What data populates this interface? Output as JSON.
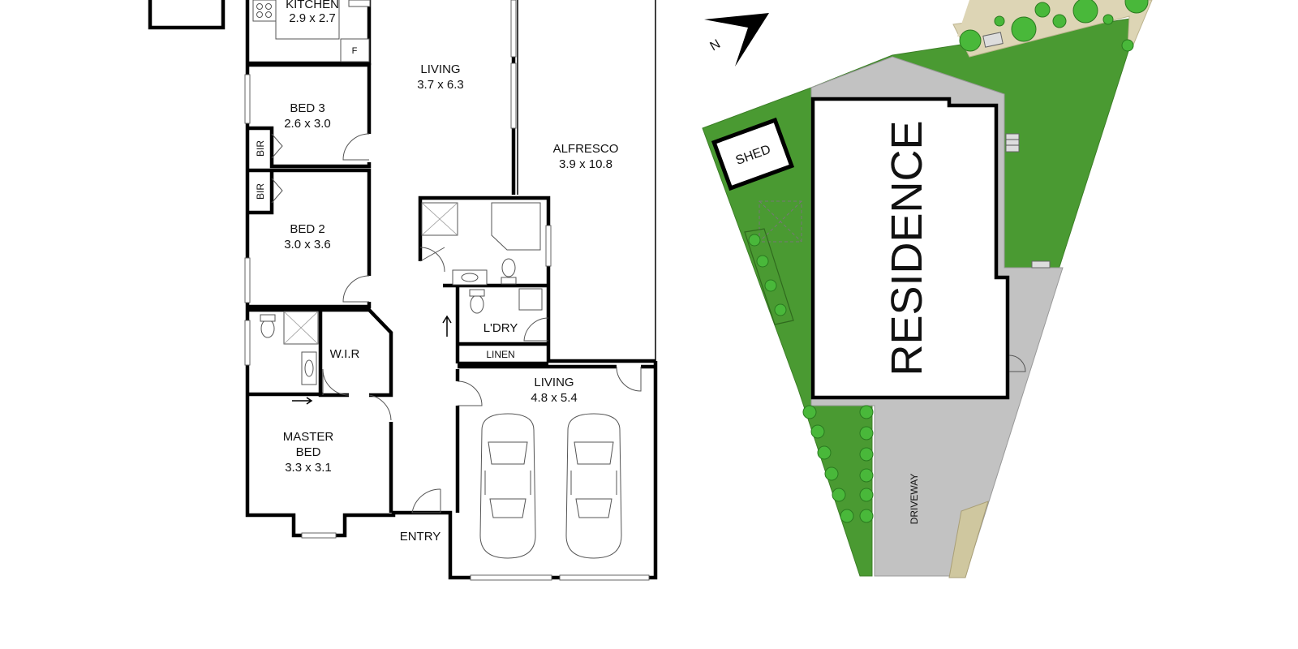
{
  "floor_plan": {
    "rooms": {
      "kitchen": {
        "name": "KITCHEN",
        "size": "2.9 x 2.7"
      },
      "living_main": {
        "name": "LIVING",
        "size": "3.7 x 6.3"
      },
      "alfresco": {
        "name": "ALFRESCO",
        "size": "3.9 x 10.8"
      },
      "bed3": {
        "name": "BED 3",
        "size": "2.6 x 3.0"
      },
      "bed2": {
        "name": "BED 2",
        "size": "3.0 x 3.6"
      },
      "bir_upper": {
        "name": "BIR"
      },
      "bir_lower": {
        "name": "BIR"
      },
      "wir": {
        "name": "W.I.R"
      },
      "laundry": {
        "name": "L'DRY"
      },
      "linen": {
        "name": "LINEN"
      },
      "living_garage": {
        "name": "LIVING",
        "size": "4.8 x 5.4"
      },
      "master": {
        "name_line1": "MASTER",
        "name_line2": "BED",
        "size": "3.3 x 3.1"
      },
      "entry": {
        "name": "ENTRY"
      },
      "fridge_mark": "F"
    }
  },
  "site_plan": {
    "compass_letter": "N",
    "residence": "RESIDENCE",
    "shed": "SHED",
    "driveway": "DRIVEWAY",
    "colors": {
      "lawn": "#4a9a32",
      "paving": "#c2c2c2",
      "path": "#cfc79f",
      "walls": "#000000"
    }
  }
}
